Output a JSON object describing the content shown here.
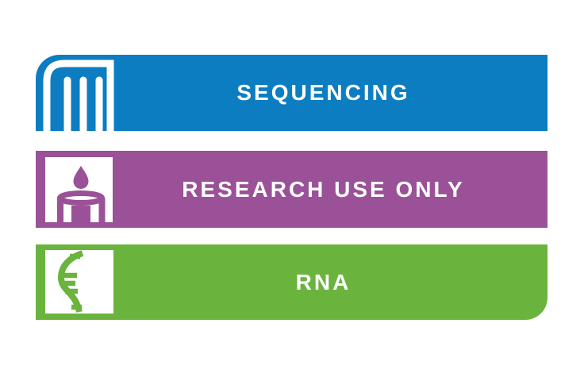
{
  "page": {
    "background_color": "#ffffff"
  },
  "banners": [
    {
      "id": "sequencing",
      "label": "SEQUENCING",
      "color": "#0d7dc2",
      "icon": "gel-lanes-icon",
      "icon_style": "white line art of three rounded vertical lanes inside a frame that mirrors the banner's rounded top-left corner"
    },
    {
      "id": "research-use-only",
      "label": "RESEARCH USE ONLY",
      "color": "#9a5197",
      "icon": "droplet-into-column-icon",
      "icon_style": "purple droplet falling into an open cylindrical column, drawn on a white square tile"
    },
    {
      "id": "rna",
      "label": "RNA",
      "color": "#6ab43d",
      "icon": "rna-strand-icon",
      "icon_style": "green single-stranded helix with half base-pair rungs, drawn on a white square tile"
    }
  ]
}
